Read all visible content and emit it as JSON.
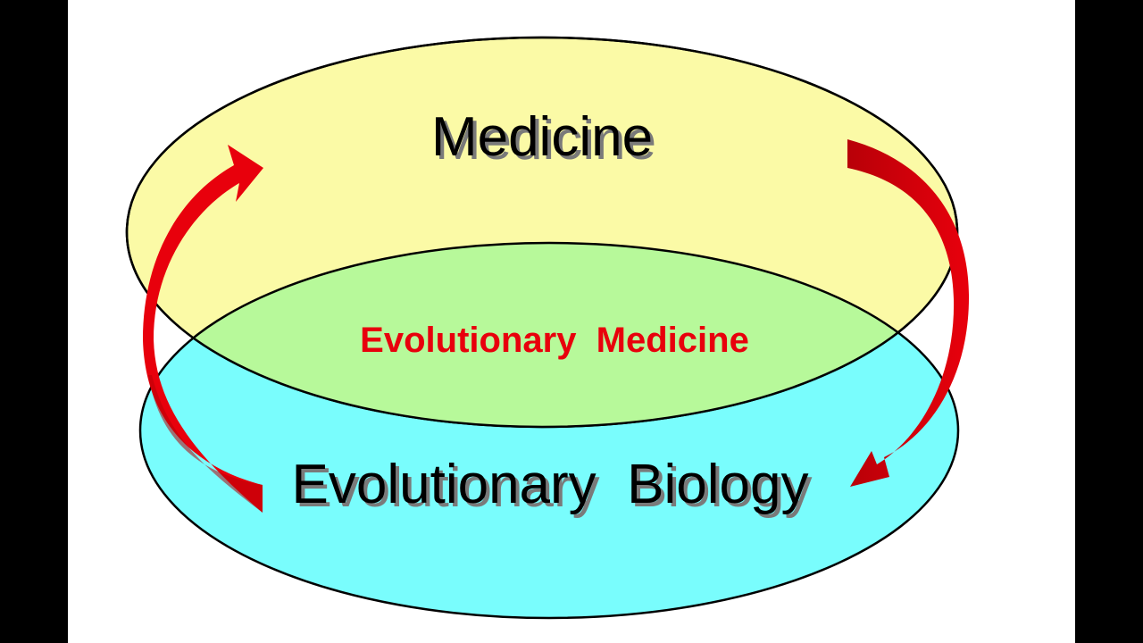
{
  "diagram": {
    "top_label": "Medicine",
    "bottom_label": "Evolutionary  Biology",
    "overlap_label": "Evolutionary  Medicine"
  },
  "colors": {
    "top_fill": "#fbfaa6",
    "bottom_fill": "#79fdfd",
    "overlap_fill": "#b7f99a",
    "arrow": "#e8000c",
    "arrow_dark": "#b80008",
    "overlap_text": "#e8000c",
    "outline": "#000000"
  }
}
